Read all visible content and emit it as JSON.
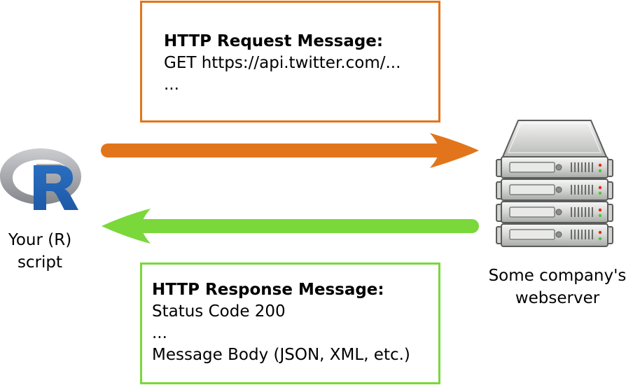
{
  "request_box": {
    "title": "HTTP Request Message:",
    "lines": [
      "GET https://api.twitter.com/...",
      "..."
    ]
  },
  "response_box": {
    "title": "HTTP Response Message:",
    "lines": [
      "Status Code 200",
      "...",
      "Message Body (JSON, XML, etc.)"
    ]
  },
  "client": {
    "icon": "r-logo-icon",
    "label_lines": [
      "Your (R)",
      "script"
    ]
  },
  "server": {
    "icon": "server-stack-icon",
    "label_lines": [
      "Some company's",
      "webserver"
    ]
  },
  "arrows": {
    "request": {
      "direction": "right",
      "color": "#e2751b"
    },
    "response": {
      "direction": "left",
      "color": "#7ad83a"
    }
  }
}
